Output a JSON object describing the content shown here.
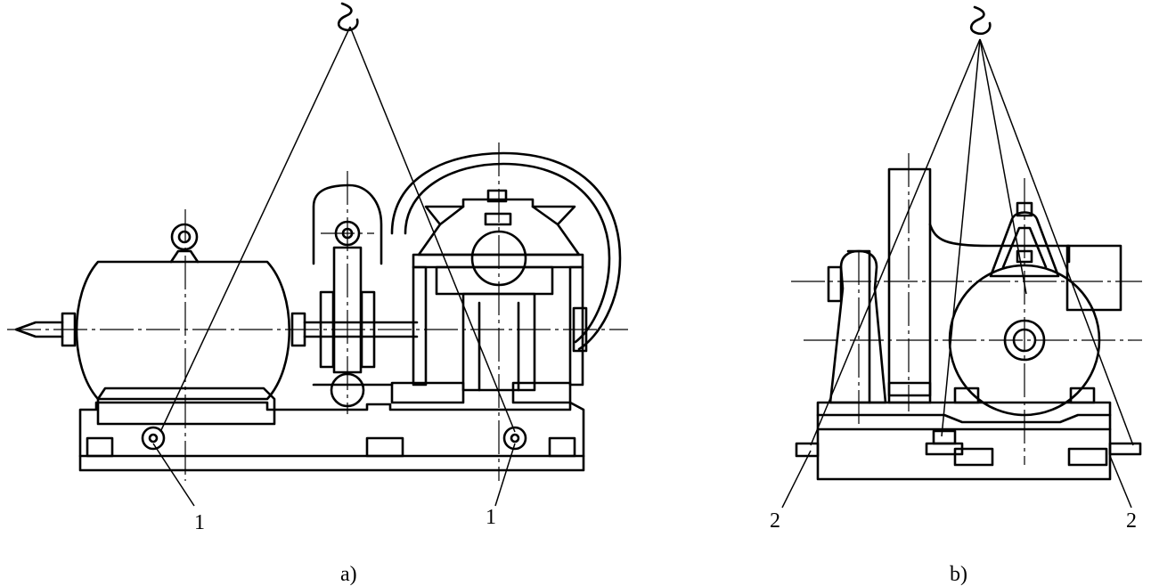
{
  "figure_a": {
    "caption": "a)",
    "callout_left": "1",
    "callout_right": "1"
  },
  "figure_b": {
    "caption": "b)",
    "callout_left": "2",
    "callout_right": "2"
  },
  "colors": {
    "line": "#000000",
    "background": "#ffffff"
  }
}
